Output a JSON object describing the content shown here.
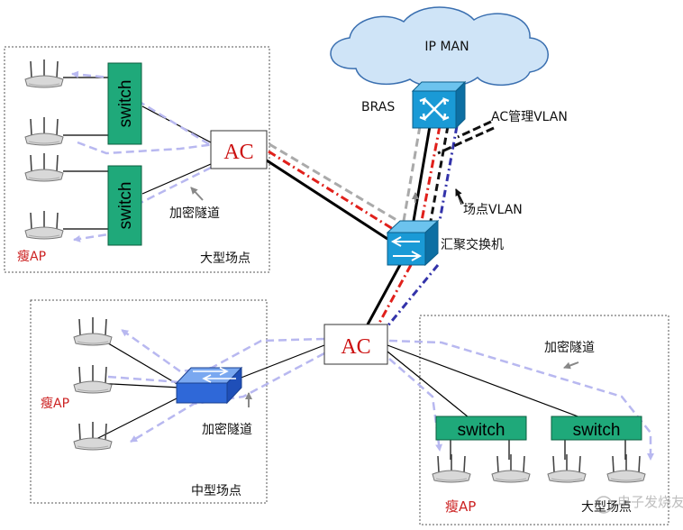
{
  "cloud_label": "IP MAN",
  "bras_label": "BRAS",
  "ac_mgmt_vlan_label": "AC管理VLAN",
  "site_vlan_label": "场点VLAN",
  "aggregation_switch_label": "汇聚交换机",
  "ac_label": "AC",
  "switch_label": "switch",
  "encrypted_tunnel_label": "加密隧道",
  "thin_ap_label": "瘦AP",
  "large_site_label": "大型场点",
  "medium_site_label": "中型场点",
  "watermark_text": "电子发烧友",
  "colors": {
    "cloud_fill": "#cfe4f7",
    "cloud_stroke": "#3a6fb0",
    "bras_fill": "#1a9ad6",
    "switch_box_fill": "#1fa97a",
    "tunnel_arrow": "#b8b8f0",
    "red_link": "#e0201b",
    "blue_link": "#3333aa",
    "gray_link": "#aaaaaa",
    "thin_ap_text": "#cc2222"
  }
}
